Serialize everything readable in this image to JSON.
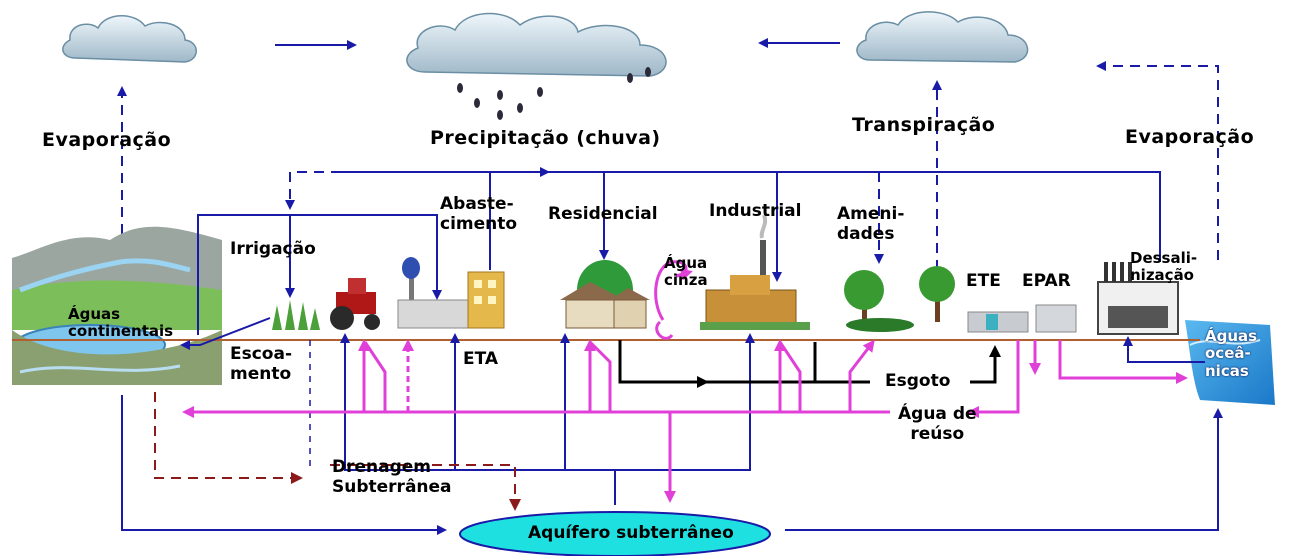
{
  "labels": {
    "evaporacao_left": "Evaporação",
    "precipitacao": "Precipitação (chuva)",
    "transpiracao": "Transpiração",
    "evaporacao_right": "Evaporação",
    "abastecimento": "Abaste-\ncimento",
    "residencial": "Residencial",
    "industrial": "Industrial",
    "amenidades": "Ameni-\ndades",
    "irrigacao": "Irrigação",
    "agua_cinza": "Água\ncinza",
    "ete": "ETE",
    "epar": "EPAR",
    "dessalinizacao": "Dessali-\nnização",
    "aguas_continentais": "Águas\ncontinentais",
    "aguas_oceanicas": "Águas\noceâ-\nnicas",
    "escoamento": "Escoa-\nmento",
    "eta": "ETA",
    "esgoto": "Esgoto",
    "agua_de_reuso": "Água de\nreúso",
    "drenagem": "Drenagem\nSubterrânea",
    "aquifero": "Aquífero subterrâneo"
  },
  "colors": {
    "blue_arrow": "#1a1aa8",
    "reuse_arrow": "#e040d8",
    "sewage_arrow": "#000000",
    "drainage_arrow": "#8b1a1a",
    "aquifer_fill": "#1ee0e0",
    "ground_line": "#b06030"
  }
}
